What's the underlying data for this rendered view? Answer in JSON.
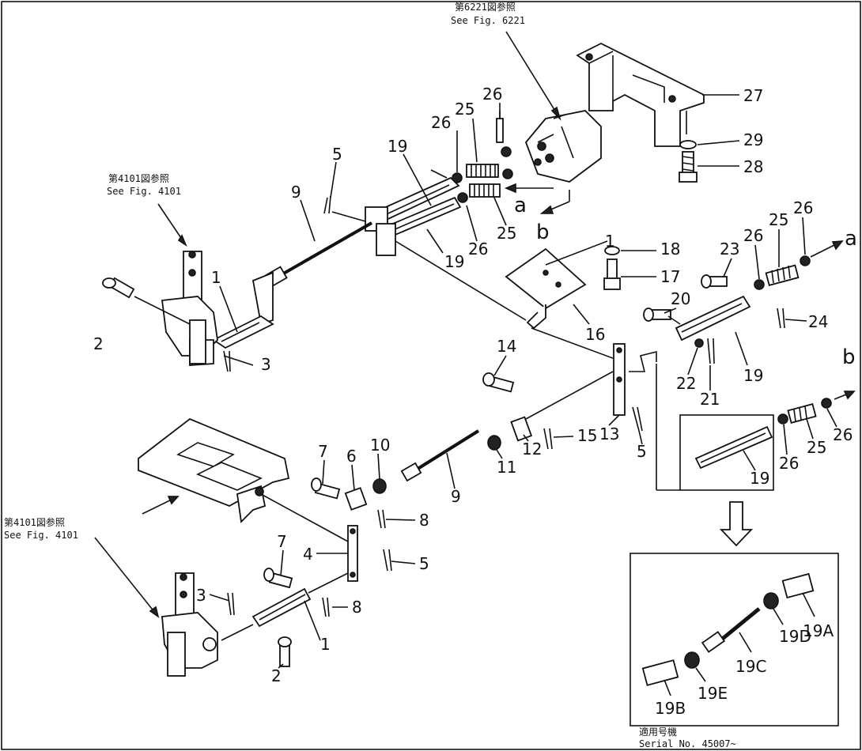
{
  "references": {
    "fig6221": {
      "jp": "第6221図参照",
      "en": "See Fig. 6221"
    },
    "fig4101_top": {
      "jp": "第4101図参照",
      "en": "See Fig. 4101"
    },
    "fig4101_bottom": {
      "jp": "第4101図参照",
      "en": "See Fig. 4101"
    }
  },
  "serial": {
    "jp": "適用号機",
    "en": "Serial No. 45007~"
  },
  "callouts": [
    {
      "id": "c27",
      "text": "27"
    },
    {
      "id": "c29",
      "text": "29"
    },
    {
      "id": "c28",
      "text": "28"
    },
    {
      "id": "c26a",
      "text": "26"
    },
    {
      "id": "c26b",
      "text": "26"
    },
    {
      "id": "c25a",
      "text": "25"
    },
    {
      "id": "c25b",
      "text": "25"
    },
    {
      "id": "c26c",
      "text": "26"
    },
    {
      "id": "c19a",
      "text": "19"
    },
    {
      "id": "c19b",
      "text": "19"
    },
    {
      "id": "c5a",
      "text": "5"
    },
    {
      "id": "c9a",
      "text": "9"
    },
    {
      "id": "c1a",
      "text": "1"
    },
    {
      "id": "c2a",
      "text": "2"
    },
    {
      "id": "c3a",
      "text": "3"
    },
    {
      "id": "c18",
      "text": "18"
    },
    {
      "id": "c17",
      "text": "17"
    },
    {
      "id": "c16",
      "text": "16"
    },
    {
      "id": "c1b",
      "text": "1"
    },
    {
      "id": "c23",
      "text": "23"
    },
    {
      "id": "c26d",
      "text": "26"
    },
    {
      "id": "c25c",
      "text": "25"
    },
    {
      "id": "c26e",
      "text": "26"
    },
    {
      "id": "c20",
      "text": "20"
    },
    {
      "id": "c24",
      "text": "24"
    },
    {
      "id": "c22",
      "text": "22"
    },
    {
      "id": "c21",
      "text": "21"
    },
    {
      "id": "c19c",
      "text": "19"
    },
    {
      "id": "c14",
      "text": "14"
    },
    {
      "id": "c15",
      "text": "15"
    },
    {
      "id": "c12",
      "text": "12"
    },
    {
      "id": "c13",
      "text": "13"
    },
    {
      "id": "c11",
      "text": "11"
    },
    {
      "id": "c5b",
      "text": "5"
    },
    {
      "id": "c26f",
      "text": "26"
    },
    {
      "id": "c25d",
      "text": "25"
    },
    {
      "id": "c26g",
      "text": "26"
    },
    {
      "id": "c19d",
      "text": "19"
    },
    {
      "id": "c7a",
      "text": "7"
    },
    {
      "id": "c6",
      "text": "6"
    },
    {
      "id": "c10",
      "text": "10"
    },
    {
      "id": "c9b",
      "text": "9"
    },
    {
      "id": "c8a",
      "text": "8"
    },
    {
      "id": "c4",
      "text": "4"
    },
    {
      "id": "c5c",
      "text": "5"
    },
    {
      "id": "c7b",
      "text": "7"
    },
    {
      "id": "c3b",
      "text": "3"
    },
    {
      "id": "c8b",
      "text": "8"
    },
    {
      "id": "c1c",
      "text": "1"
    },
    {
      "id": "c2b",
      "text": "2"
    },
    {
      "id": "c19A",
      "text": "19A"
    },
    {
      "id": "c19D",
      "text": "19D"
    },
    {
      "id": "c19C",
      "text": "19C"
    },
    {
      "id": "c19E",
      "text": "19E"
    },
    {
      "id": "c19B",
      "text": "19B"
    }
  ],
  "arrows": {
    "a1": "a",
    "b1": "b",
    "a2": "a",
    "b2": "b"
  }
}
